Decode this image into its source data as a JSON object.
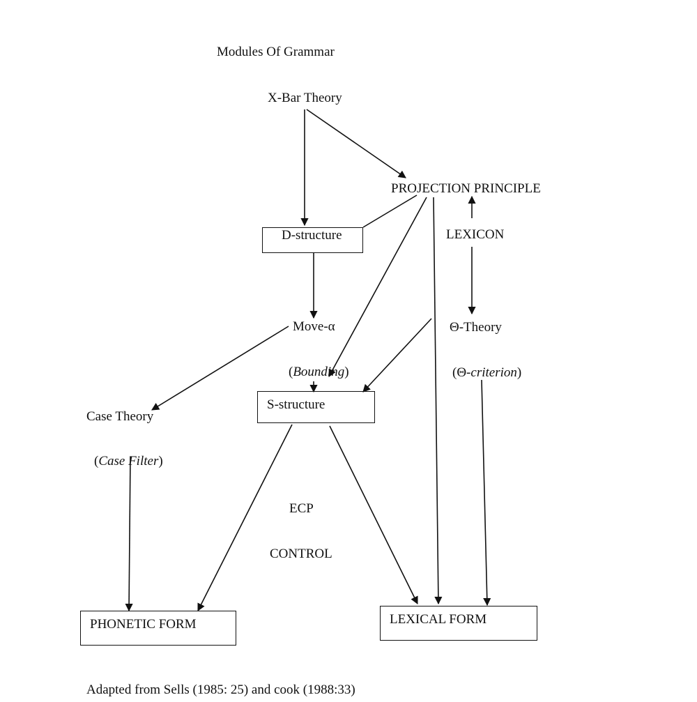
{
  "title": "Modules Of Grammar",
  "nodes": {
    "xbar": "X-Bar Theory",
    "projection": "PROJECTION PRINCIPLE",
    "dstructure": "D-structure",
    "lexicon": "LEXICON",
    "move": "Move-α",
    "theta_theory": "Θ-Theory",
    "bounding": "Bounding",
    "theta_criterion_prefix": "Θ-",
    "theta_criterion": "criterion",
    "sstructure": "S-structure",
    "case_theory": "Case Theory",
    "case_filter": "Case Filter",
    "ecp": "ECP",
    "control": "CONTROL",
    "phonetic_form": "PHONETIC FORM",
    "lexical_form": "LEXICAL FORM"
  },
  "punct": {
    "open": "(",
    "close": ")"
  },
  "footer": "Adapted from Sells (1985: 25) and cook (1988:33)"
}
